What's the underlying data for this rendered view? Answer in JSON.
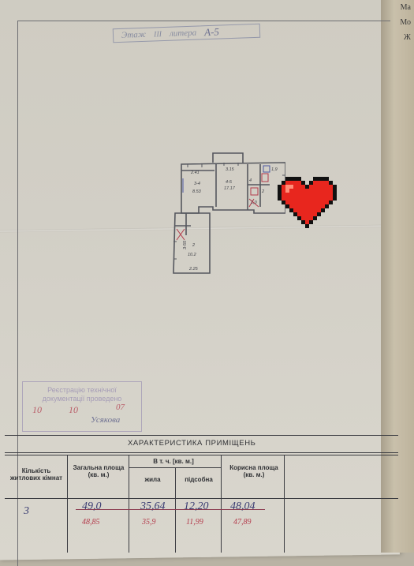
{
  "document": {
    "stamp_top": {
      "floor_label": "Этаж",
      "floor_value": "III",
      "letter_label": "литера",
      "letter_value": "А-5"
    },
    "side_text": [
      "Ма",
      "Мо",
      "Ж"
    ],
    "plan": {
      "rooms": {
        "r_top_left": "2.41",
        "r_top_mid": "3.15",
        "r_small": "1,9",
        "r1_id": "3-4",
        "r1_area": "8.53",
        "r2_id": "4-5",
        "r2_area": "17.17",
        "r_a": "4",
        "r_b": "2",
        "r_c": "1,0",
        "r3_id": "2",
        "r3_area": "10.2",
        "r3_width": "2.25",
        "r4_id": "3-55"
      }
    },
    "registration_stamp": {
      "text": "Реєстрацію технічної документації проведено",
      "day": "10",
      "month": "10",
      "year": "07",
      "signature": "Усякова"
    },
    "table": {
      "title": "ХАРАКТЕРИСТИКА ПРИМІЩЕНЬ",
      "headers": {
        "rooms": "Кількість житлових кімнат",
        "total": "Загальна площа (кв. м.)",
        "group": "В т. ч.",
        "group_unit": "[кв. м.]",
        "living": "жила",
        "aux": "підсобна",
        "useful": "Корисна площа (кв. м.)"
      },
      "row": {
        "rooms": "3",
        "total": "49,0",
        "living": "35,64",
        "aux": "12,20",
        "useful": "48,04"
      },
      "row_corrected": {
        "total": "48,85",
        "living": "35,9",
        "aux": "11,99",
        "useful": "47,89"
      }
    }
  }
}
